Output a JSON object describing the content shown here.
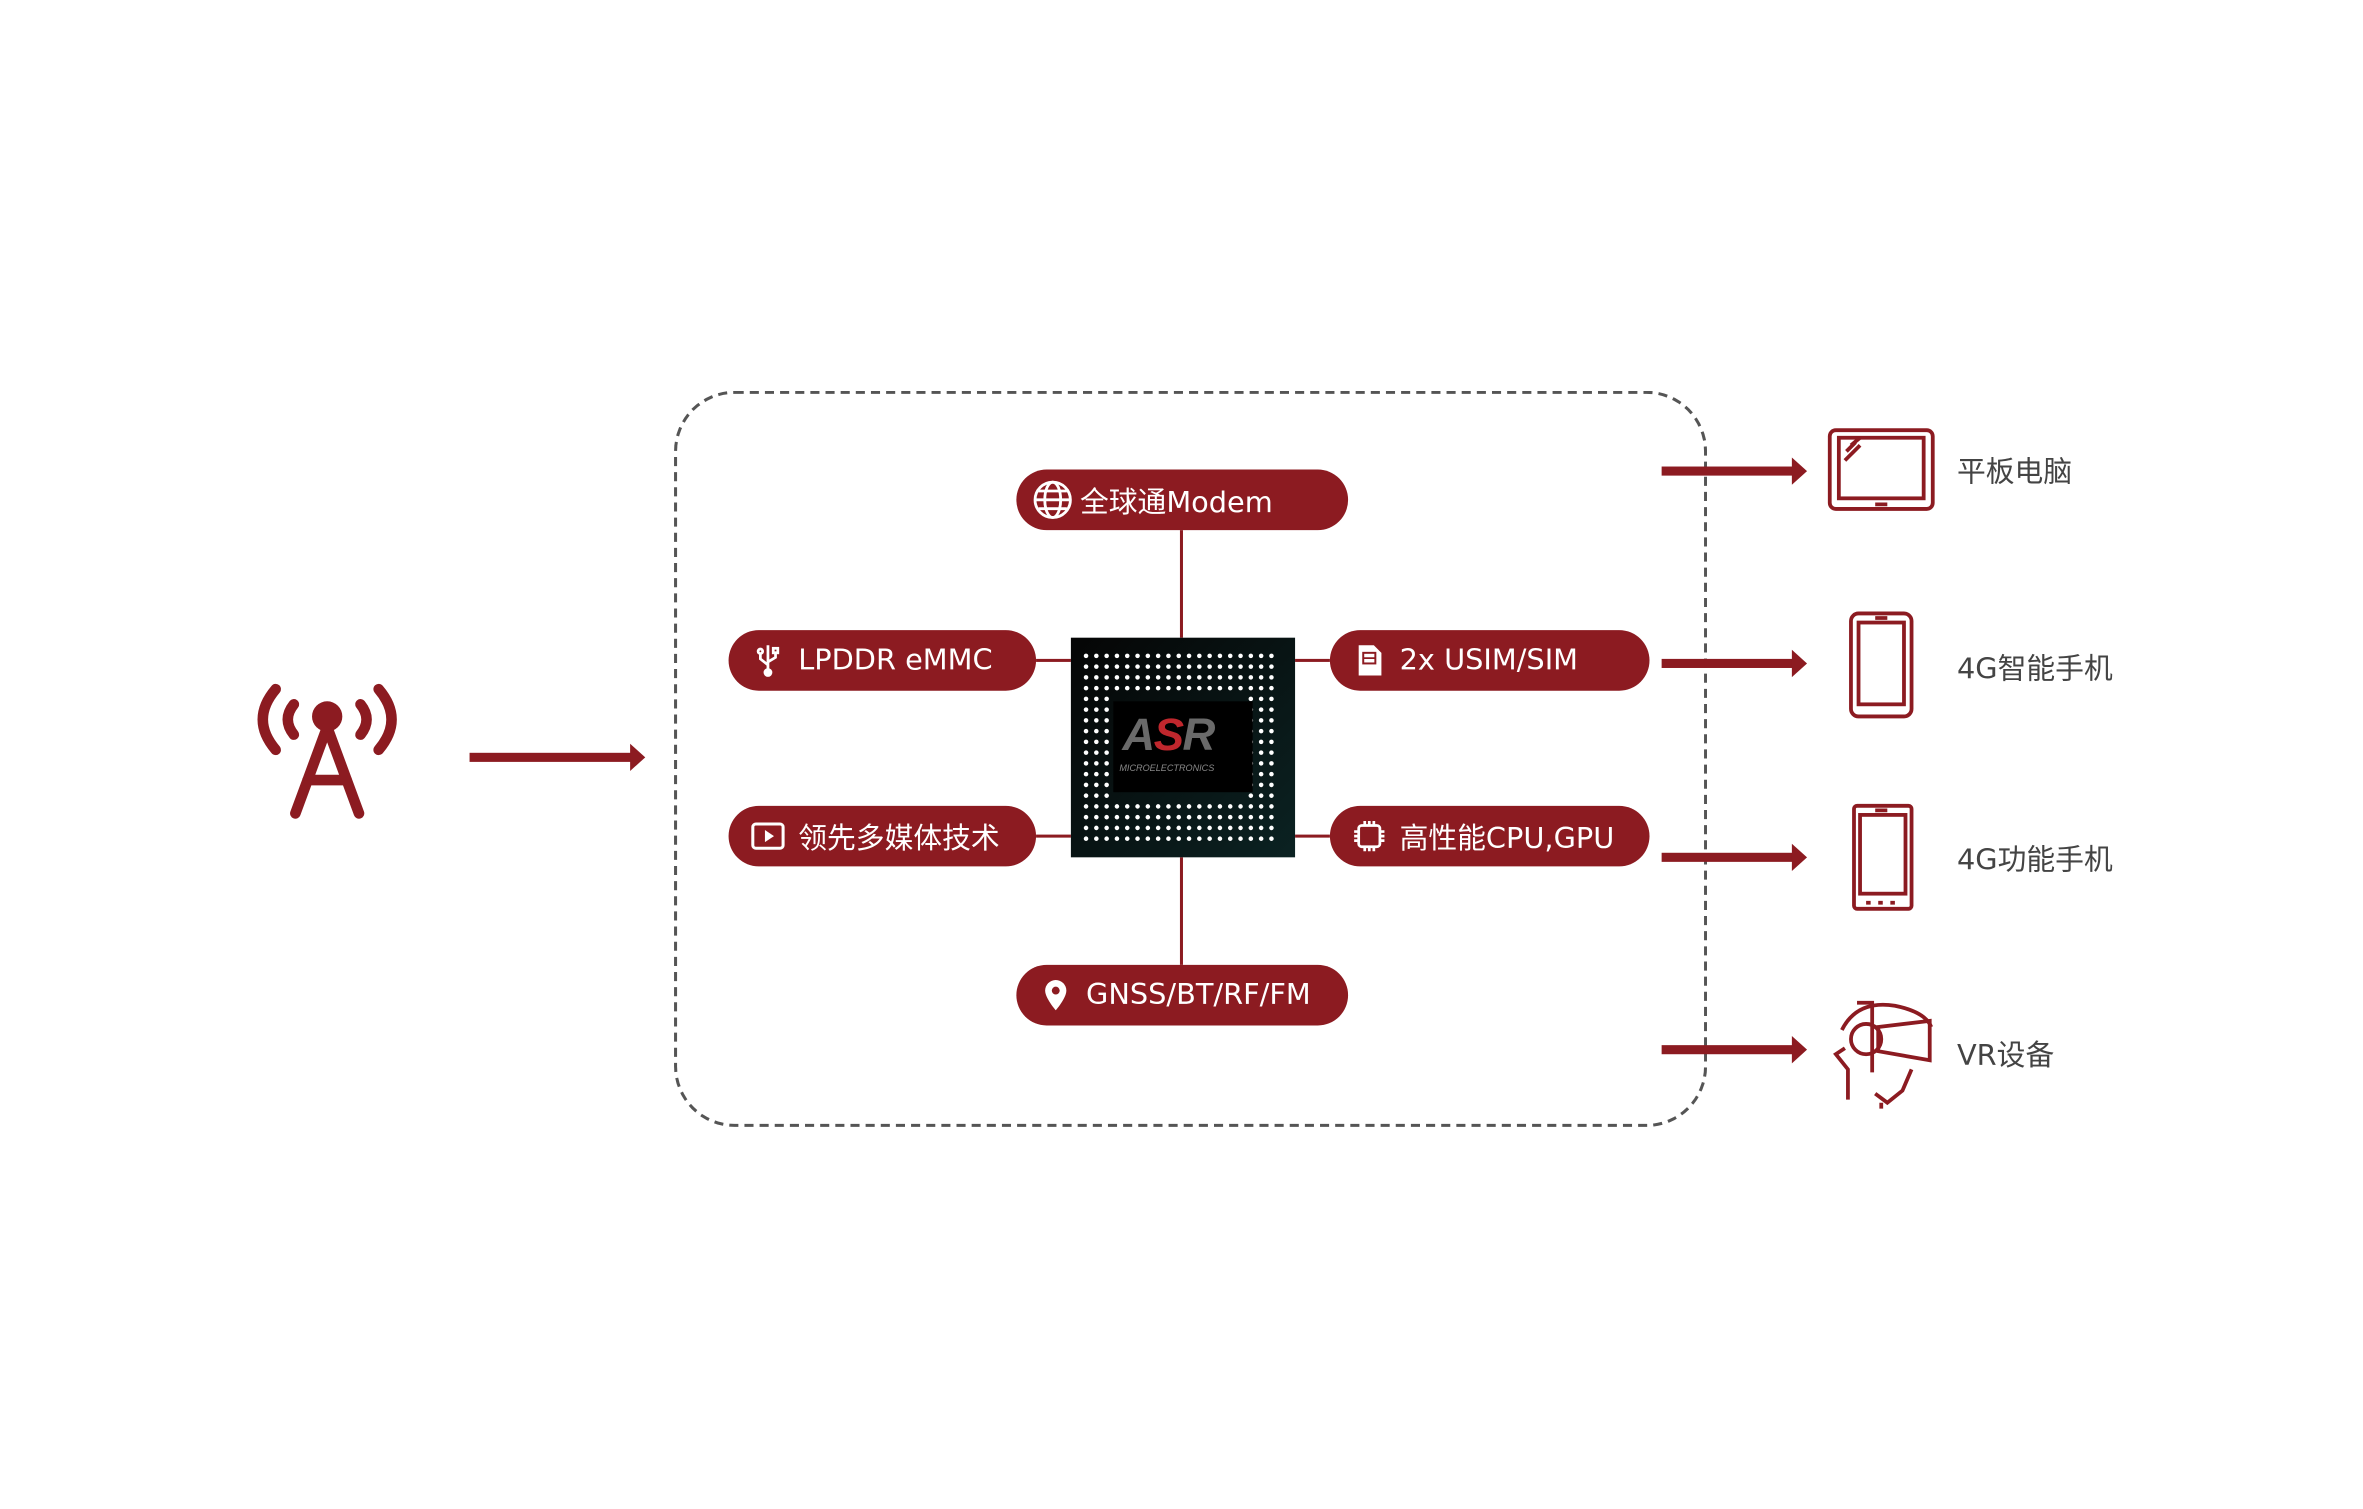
{
  "colors": {
    "accent": "#8c1b21",
    "text": "#444444"
  },
  "chip": {
    "logo": "ASR",
    "sub": "MICROELECTRONICS"
  },
  "features": [
    {
      "label": "全球通Modem",
      "icon": "globe-icon"
    },
    {
      "label": "LPDDR eMMC",
      "icon": "usb-icon"
    },
    {
      "label": "2x USIM/SIM",
      "icon": "sim-card-icon"
    },
    {
      "label": "领先多媒体技术",
      "icon": "play-icon"
    },
    {
      "label": "高性能CPU,GPU",
      "icon": "cpu-icon"
    },
    {
      "label": "GNSS/BT/RF/FM",
      "icon": "location-pin-icon"
    }
  ],
  "devices": [
    {
      "label": "平板电脑",
      "icon": "tablet-icon"
    },
    {
      "label": "4G智能手机",
      "icon": "smartphone-icon"
    },
    {
      "label": "4G功能手机",
      "icon": "feature-phone-icon"
    },
    {
      "label": "VR设备",
      "icon": "vr-headset-icon"
    }
  ]
}
